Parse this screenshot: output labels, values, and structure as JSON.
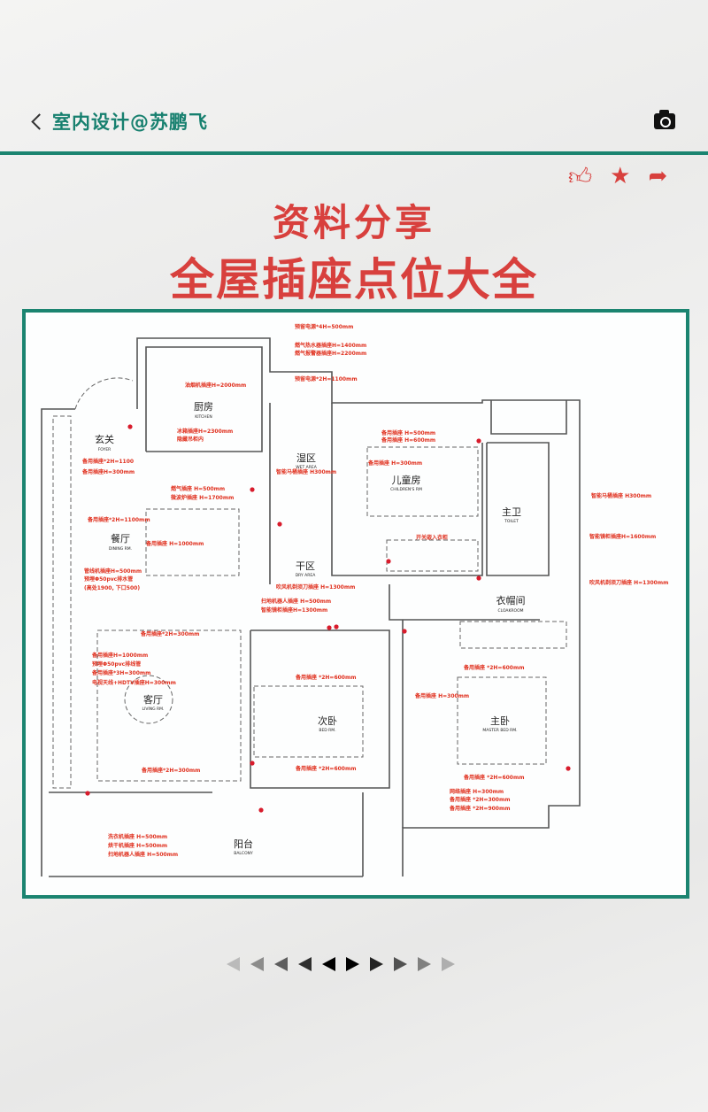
{
  "header": {
    "account": "室内设计@苏鹏飞",
    "back_icon": "chevron-left-icon",
    "camera_icon": "camera-icon"
  },
  "actions": {
    "like_icon": "thumbs-up-icon",
    "favorite_icon": "star-icon",
    "share_icon": "share-arrow-icon"
  },
  "title": {
    "line1": "资料分享",
    "line2": "全屋插座点位大全"
  },
  "colors": {
    "accent_teal": "#1b8470",
    "title_red": "#d8403d",
    "annotation_red": "#e0301e"
  },
  "plan": {
    "rooms": {
      "kitchen": {
        "cn": "厨房",
        "en": "KITCHEN"
      },
      "foyer": {
        "cn": "玄关",
        "en": "FOYER"
      },
      "dining": {
        "cn": "餐厅",
        "en": "DINING RM."
      },
      "wet": {
        "cn": "湿区",
        "en": "WET AREA"
      },
      "dry": {
        "cn": "干区",
        "en": "DRY AREA"
      },
      "children": {
        "cn": "儿童房",
        "en": "CHILDREN'S RM"
      },
      "toilet": {
        "cn": "主卫",
        "en": "TOILET"
      },
      "cloak": {
        "cn": "衣帽间",
        "en": "CLOAKROOM"
      },
      "living": {
        "cn": "客厅",
        "en": "LIVING RM."
      },
      "bed2": {
        "cn": "次卧",
        "en": "BED RM."
      },
      "master": {
        "cn": "主卧",
        "en": "MASTER BED RM."
      },
      "balcony": {
        "cn": "阳台",
        "en": "BALCONY"
      }
    },
    "annotations": [
      "预留电源*4H=500mm",
      "燃气热水器插座H=1400mm",
      "燃气报警器插座H=2200mm",
      "预留电源*2H=1100mm",
      "油烟机插座H=2000mm",
      "冰箱插座H=2300mm",
      "隐藏吊柜内",
      "备用插座*2H=1100",
      "备用插座H=300mm",
      "燃气插座 H=500mm",
      "微波炉插座 H=1700mm",
      "备用插座*2H=1100mm",
      "备用插座 H=1000mm",
      "管线机插座H=500mm",
      "预埋Φ50pvc排水管",
      "(高处1900, 下口500)",
      "智能马桶插座 H300mm",
      "吹风机剃须刀插座 H=1300mm",
      "扫地机器人插座 H=500mm",
      "智能镜柜插座H=1300mm",
      "备用插座 H=500mm",
      "备用插座 H=600mm",
      "备用插座 H=300mm",
      "开关嵌入衣柜",
      "智能马桶插座 H300mm",
      "智能镜柜插座H=1600mm",
      "吹风机剃须刀插座 H=1300mm",
      "备用插座*2H=300mm",
      "备用插座H=1000mm",
      "预埋Φ50pvc排线管",
      "备用插座*3H=300mm",
      "电视天线+HDTV插座H=300mm",
      "备用插座*2H=300mm",
      "备用插座 *2H=600mm",
      "备用插座 *2H=600mm",
      "备用插座 *2H=600mm",
      "备用插座 H=300mm",
      "备用插座 *2H=600mm",
      "网络插座 H=300mm",
      "备用插座 *2H=300mm",
      "备用插座 *2H=900mm",
      "洗衣机插座 H=500mm",
      "烘干机插座 H=500mm",
      "扫地机器人插座 H=500mm"
    ]
  },
  "pager": {
    "left_arrows": 5,
    "right_arrows": 5
  }
}
